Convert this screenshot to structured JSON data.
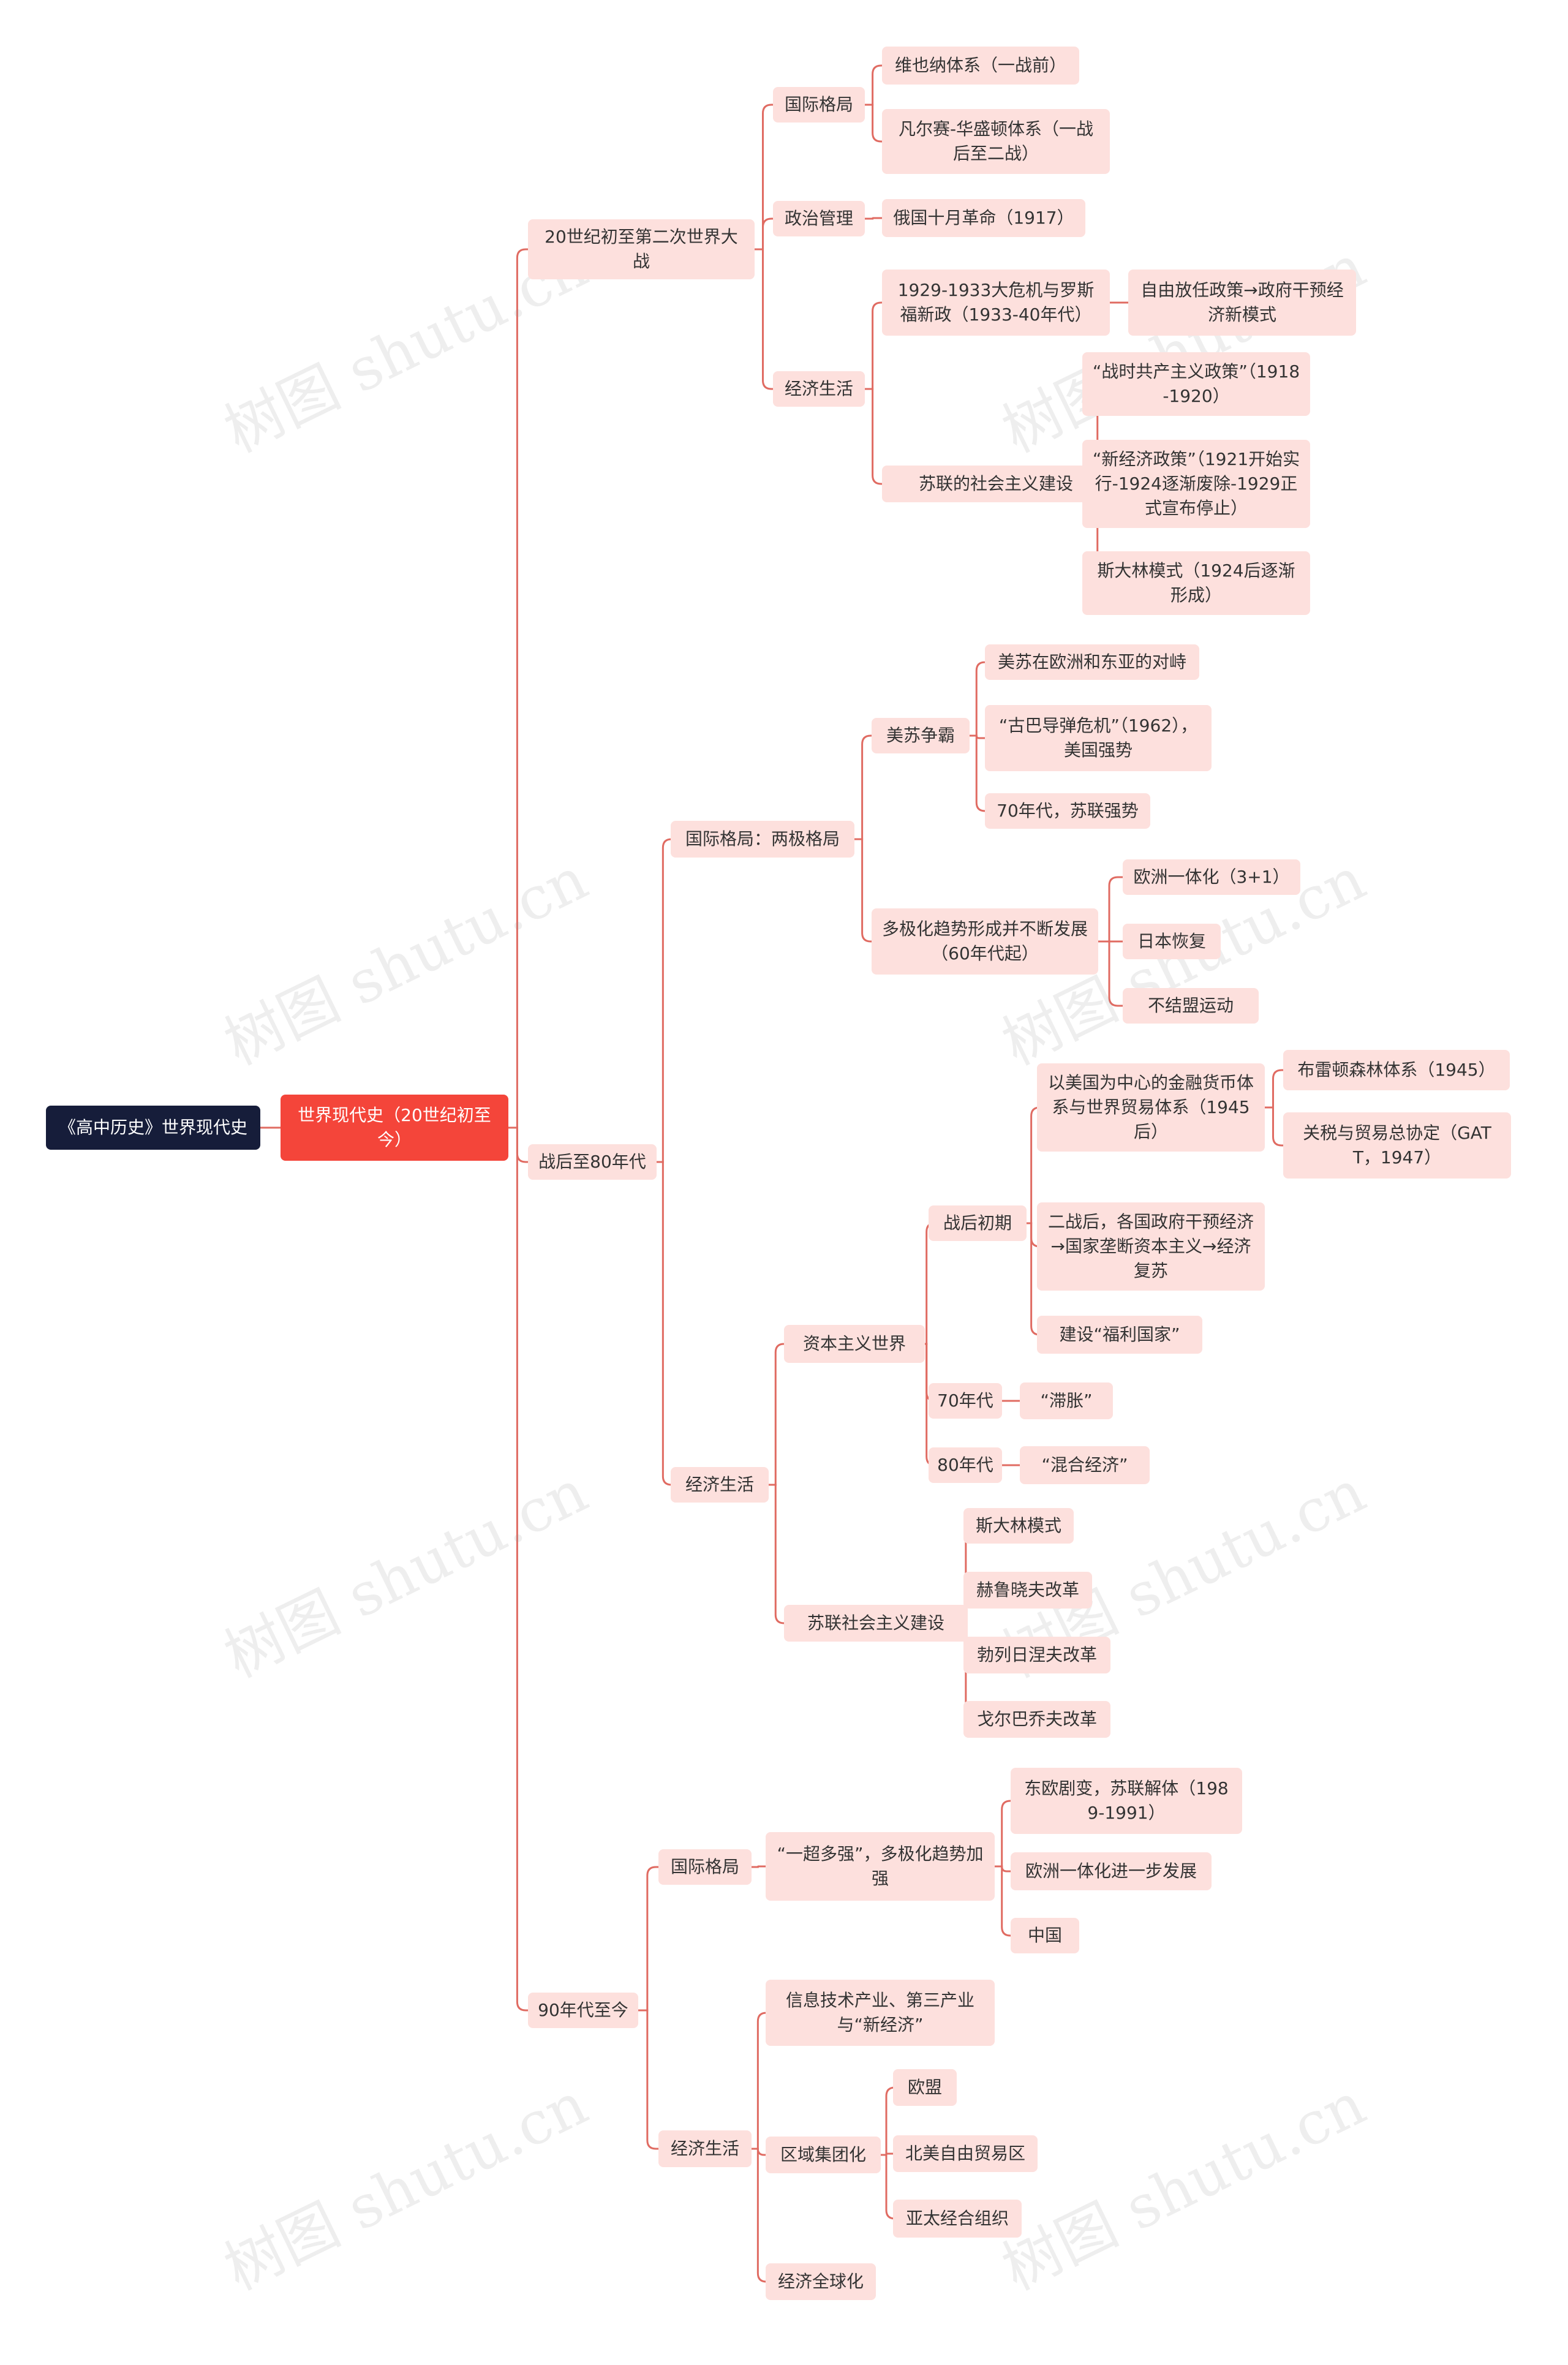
{
  "watermark": "树图 shutu.cn",
  "colors": {
    "root_bg": "#161d3a",
    "main_bg": "#f4453a",
    "node_bg": "#fde0dd",
    "wire": "#e06b62"
  },
  "nodes": {
    "root": "《高中历史》世界现代史",
    "main": "世界现代史（20世纪初至今）",
    "s1": "20世纪初至第二次世界大战",
    "s1_intl": "国际格局",
    "s1_intl_1": "维也纳体系（一战前）",
    "s1_intl_2": "凡尔赛-华盛顿体系（一战后至二战）",
    "s1_pol": "政治管理",
    "s1_pol_1": "俄国十月革命（1917）",
    "s1_econ": "经济生活",
    "s1_econ_a": "1929-1933大危机与罗斯福新政（1933-40年代）",
    "s1_econ_a1": "自由放任政策→政府干预经济新模式",
    "s1_econ_b": "苏联的社会主义建设",
    "s1_econ_b1": "“战时共产主义政策”（1918-1920）",
    "s1_econ_b2": "“新经济政策”（1921开始实行-1924逐渐废除-1929正式宣布停止）",
    "s1_econ_b3": "斯大林模式（1924后逐渐形成）",
    "s2": "战后至80年代",
    "s2_intl": "国际格局：两极格局",
    "s2_intl_a": "美苏争霸",
    "s2_intl_a1": "美苏在欧洲和东亚的对峙",
    "s2_intl_a2": "“古巴导弹危机”（1962），美国强势",
    "s2_intl_a3": "70年代，苏联强势",
    "s2_intl_b": "多极化趋势形成并不断发展（60年代起）",
    "s2_intl_b1": "欧洲一体化（3+1）",
    "s2_intl_b2": "日本恢复",
    "s2_intl_b3": "不结盟运动",
    "s2_econ": "经济生活",
    "s2_cap": "资本主义世界",
    "s2_cap_a": "战后初期",
    "s2_cap_a1": "以美国为中心的金融货币体系与世界贸易体系（1945后）",
    "s2_cap_a1a": "布雷顿森林体系（1945）",
    "s2_cap_a1b": "关税与贸易总协定（GATT，1947）",
    "s2_cap_a2": "二战后，各国政府干预经济→国家垄断资本主义→经济复苏",
    "s2_cap_a3": "建设“福利国家”",
    "s2_cap_b": "70年代",
    "s2_cap_b1": "“滞胀”",
    "s2_cap_c": "80年代",
    "s2_cap_c1": "“混合经济”",
    "s2_sov": "苏联社会主义建设",
    "s2_sov_1": "斯大林模式",
    "s2_sov_2": "赫鲁晓夫改革",
    "s2_sov_3": "勃列日涅夫改革",
    "s2_sov_4": "戈尔巴乔夫改革",
    "s3": "90年代至今",
    "s3_intl": "国际格局",
    "s3_intl_a": "“一超多强”，多极化趋势加强",
    "s3_intl_a1": "东欧剧变，苏联解体（1989-1991）",
    "s3_intl_a2": "欧洲一体化进一步发展",
    "s3_intl_a3": "中国",
    "s3_econ": "经济生活",
    "s3_econ_1": "信息技术产业、第三产业与“新经济”",
    "s3_econ_2": "区域集团化",
    "s3_econ_2a": "欧盟",
    "s3_econ_2b": "北美自由贸易区",
    "s3_econ_2c": "亚太经合组织",
    "s3_econ_3": "经济全球化"
  }
}
